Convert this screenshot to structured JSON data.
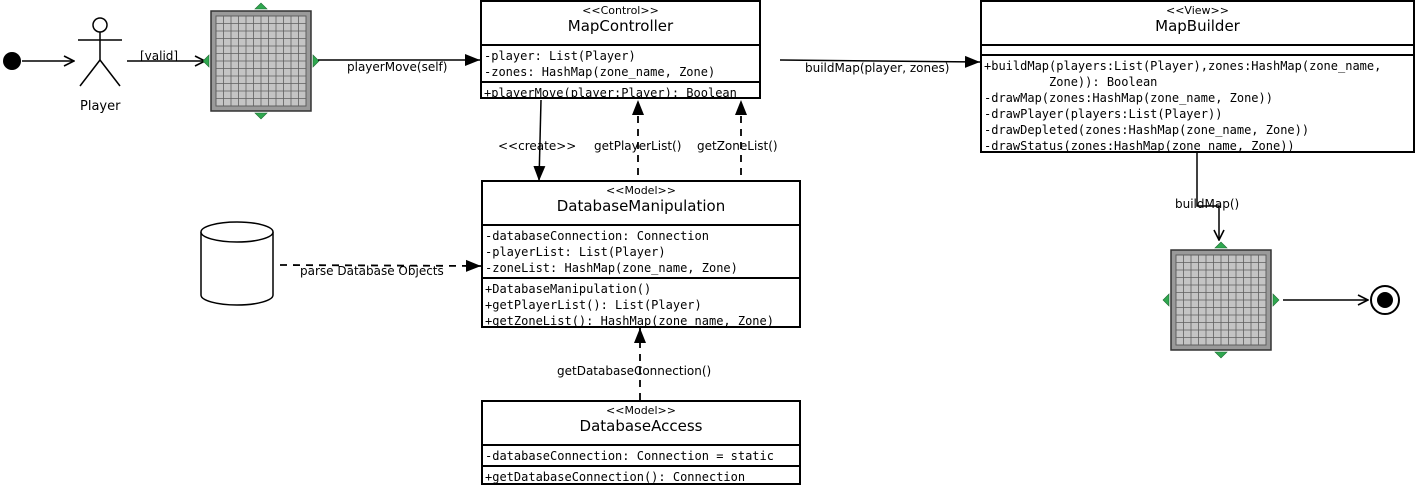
{
  "actor": {
    "name": "Player"
  },
  "labels": {
    "guard_valid": "[valid]",
    "player_move_self": "playerMove(self)",
    "build_map_player_zones": "buildMap(player, zones)",
    "create": "<<create>>",
    "get_player_list": "getPlayerList()",
    "get_zone_list": "getZoneList()",
    "parse_database_objects": "parse Database Objects",
    "get_database_connection": "getDatabaseConnection()",
    "build_map": "buildMap()"
  },
  "classes": {
    "map_controller": {
      "stereotype": "<<Control>>",
      "name": "MapController",
      "attributes": [
        "-player: List(Player)",
        "-zones: HashMap(zone_name, Zone)"
      ],
      "methods": [
        "+playerMove(player:Player): Boolean"
      ]
    },
    "map_builder": {
      "stereotype": "<<View>>",
      "name": "MapBuilder",
      "attributes": [],
      "methods": [
        "+buildMap(players:List(Player),zones:HashMap(zone_name,",
        "         Zone)): Boolean",
        "-drawMap(zones:HashMap(zone_name, Zone))",
        "-drawPlayer(players:List(Player))",
        "-drawDepleted(zones:HashMap(zone_name, Zone))",
        "-drawStatus(zones:HashMap(zone_name, Zone))"
      ]
    },
    "database_manipulation": {
      "stereotype": "<<Model>>",
      "name": "DatabaseManipulation",
      "attributes": [
        "-databaseConnection: Connection",
        "-playerList: List(Player)",
        "-zoneList: HashMap(zone_name, Zone)"
      ],
      "methods": [
        "+DatabaseManipulation()",
        "+getPlayerList(): List(Player)",
        "+getZoneList(): HashMap(zone_name, Zone)"
      ]
    },
    "database_access": {
      "stereotype": "<<Model>>",
      "name": "DatabaseAccess",
      "attributes": [
        "-databaseConnection: Connection = static"
      ],
      "methods": [
        "+getDatabaseConnection(): Connection"
      ]
    }
  },
  "colors": {
    "grid_fill": "#9a9a9a",
    "grid_line": "#5f5f5f",
    "handle": "#2fa84f"
  }
}
